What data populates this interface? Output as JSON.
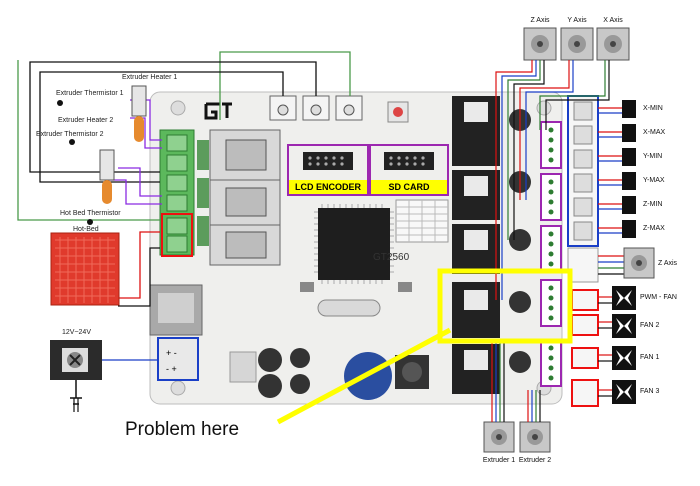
{
  "labels": {
    "extruder_heater_1": "Extruder Heater 1",
    "extruder_thermistor_1": "Extruder Thermistor 1",
    "extruder_heater_2": "Extruder Heater 2",
    "extruder_thermistor_2": "Extruder Thermistor 2",
    "hot_bed_thermistor": "Hot Bed Thermistor",
    "hot_bed": "Hot-Bed",
    "power_supply": "12V~24V",
    "lcd_encoder": "LCD ENCODER",
    "sd_card": "SD CARD",
    "board_name": "GT2560",
    "problem": "Problem here"
  },
  "motors_top": [
    "Z Axis",
    "Y Axis",
    "X Axis"
  ],
  "motor_right": "Z Axis",
  "motors_bottom": [
    "Extruder 1",
    "Extruder 2"
  ],
  "endstops": [
    "X-MIN",
    "X-MAX",
    "Y-MIN",
    "Y-MAX",
    "Z-MIN",
    "Z-MAX"
  ],
  "fans": [
    "PWM - FAN",
    "FAN 2",
    "FAN 1",
    "FAN 3"
  ],
  "colors": {
    "board": "#f0f0ee",
    "highlight": "#ffff00",
    "hotbed": "#e03a2c",
    "connector_green": "#5cb85c",
    "wire_purple": "#8a2be2",
    "wire_red": "#d11",
    "wire_blue": "#1a3fc7"
  }
}
